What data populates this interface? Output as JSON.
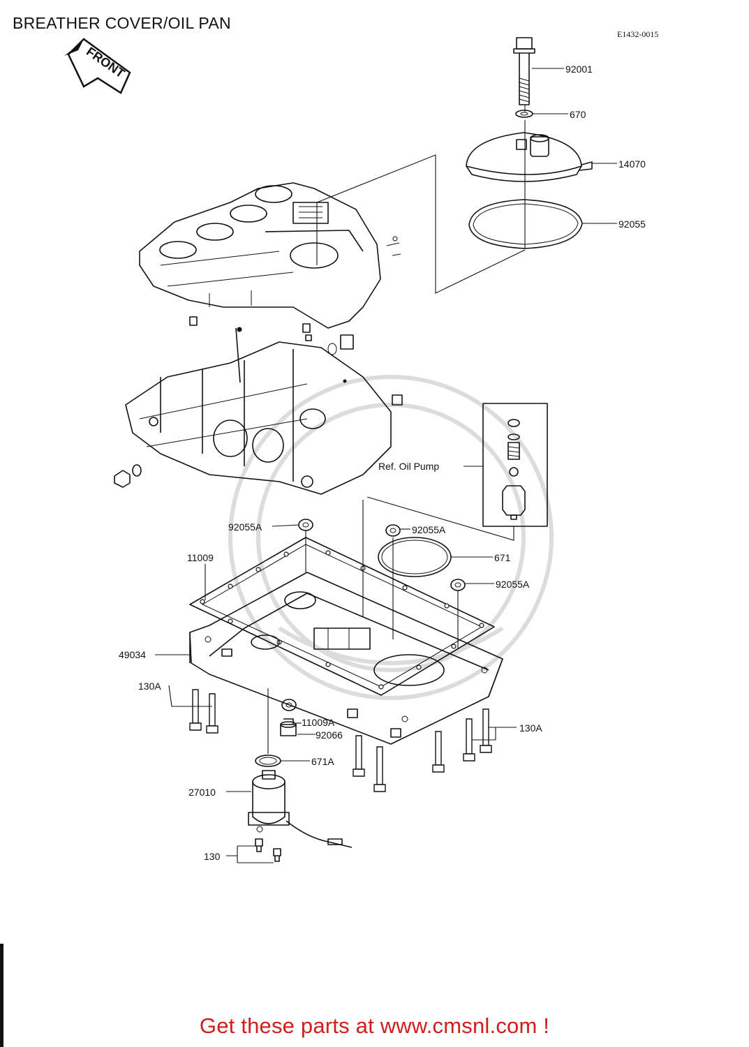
{
  "header": {
    "title": "BREATHER COVER/OIL PAN",
    "code": "E1432-0015"
  },
  "front_arrow": "FRONT",
  "oil_pump_ref": "Ref. Oil Pump",
  "labels": {
    "p92001": "92001",
    "p670": "670",
    "p14070": "14070",
    "p92055": "92055",
    "p92055A_1": "92055A",
    "p92055A_2": "92055A",
    "p92055A_3": "92055A",
    "p671": "671",
    "p11009": "11009",
    "p49034": "49034",
    "p130A_left": "130A",
    "p130A_right": "130A",
    "p11009A": "11009A",
    "p92066": "92066",
    "p671A": "671A",
    "p27010": "27010",
    "p130": "130"
  },
  "footer": {
    "text": "Get these parts at www.cmsnl.com !",
    "color": "#d01d1d"
  }
}
